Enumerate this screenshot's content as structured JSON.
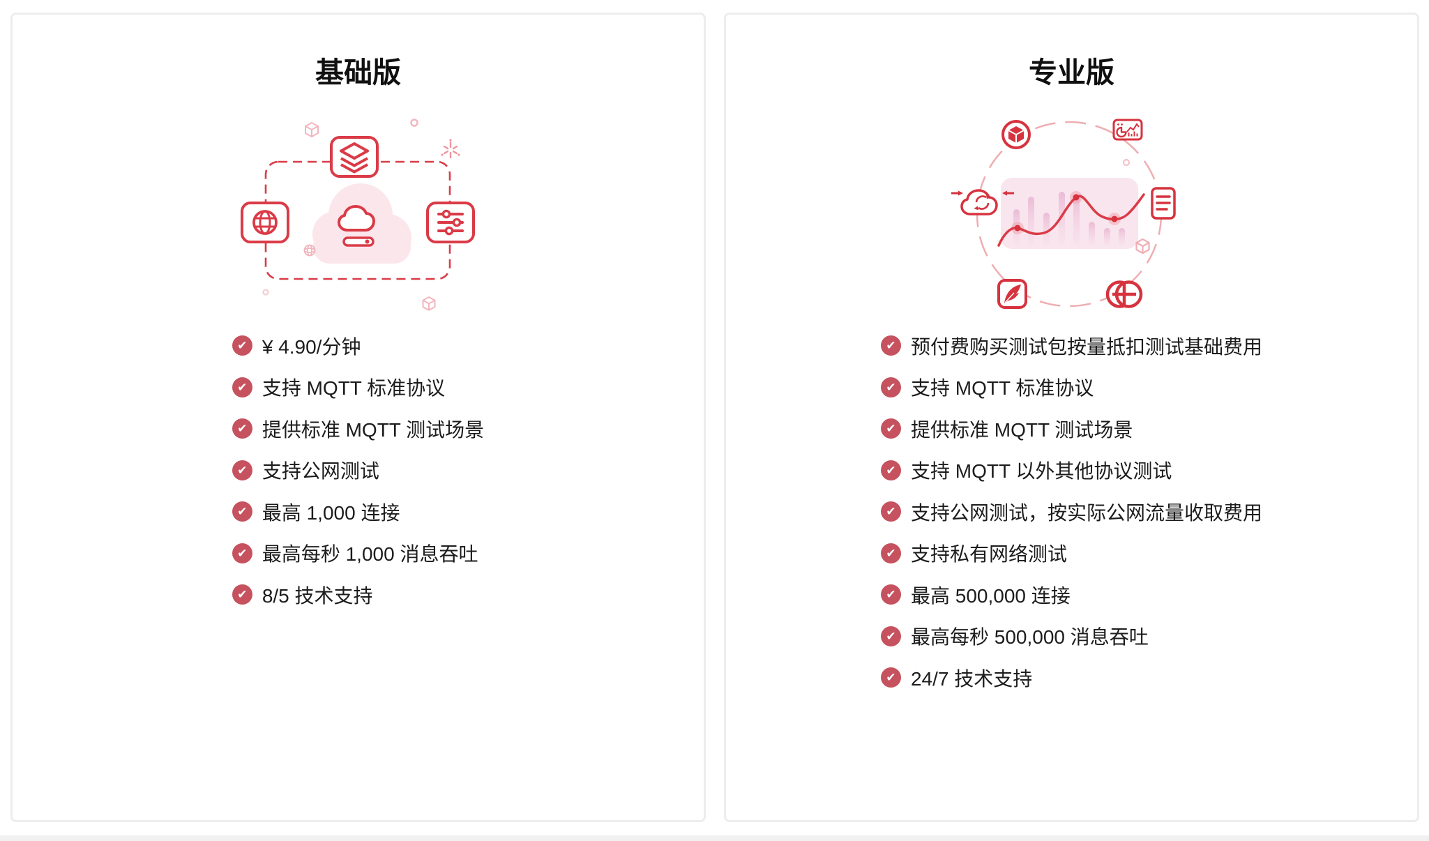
{
  "page": {
    "background_color": "#ffffff",
    "accent_red": "#da3b47",
    "soft_pink": "#fbe6ec",
    "check_badge_color": "#c5525e",
    "card_border_color": "#ededed"
  },
  "icons": {
    "check": "✔"
  },
  "cards": [
    {
      "title": "基础版",
      "features": [
        "¥ 4.90/分钟",
        "支持 MQTT 标准协议",
        "提供标准 MQTT 测试场景",
        "支持公网测试",
        "最高 1,000 连接",
        "最高每秒 1,000 消息吞吐",
        "8/5 技术支持"
      ]
    },
    {
      "title": "专业版",
      "features": [
        "预付费购买测试包按量抵扣测试基础费用",
        "支持 MQTT 标准协议",
        "提供标准 MQTT 测试场景",
        "支持 MQTT 以外其他协议测试",
        "支持公网测试，按实际公网流量收取费用",
        "支持私有网络测试",
        "最高 500,000 连接",
        "最高每秒 500,000 消息吞吐",
        "24/7 技术支持"
      ]
    }
  ]
}
